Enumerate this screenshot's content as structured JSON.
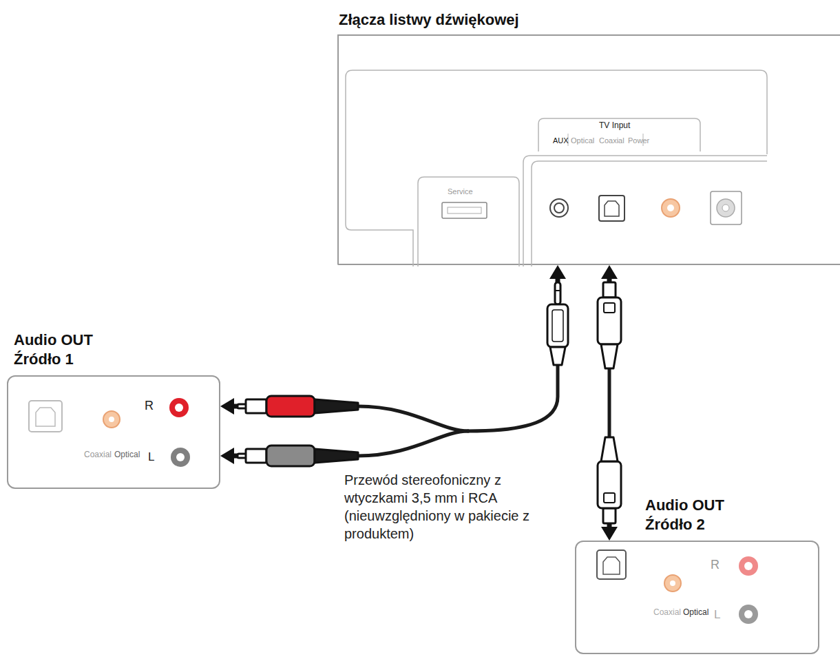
{
  "diagram": {
    "nodes": [
      {
        "text": [
          "Złącza listwy dźwiękowej"
        ]
      },
      {
        "text": [
          "Audio OUT Źródło 1"
        ]
      },
      {
        "text": [
          "Audio OUT Źródło 2"
        ]
      }
    ],
    "edges": [
      {
        "from": 1,
        "to": 0,
        "arrow": "both",
        "label": "Przewód stereofoniczny z wtyczkami 3,5 mm i RCA (nieuwzględniony w pakiecie z produktem)"
      },
      {
        "from": 0,
        "to": 2,
        "arrow": "both"
      }
    ],
    "labels": [
      "TV Input",
      "AUX",
      "Optical",
      "Coaxial",
      "Power",
      "Service",
      "R",
      "Coaxial",
      "Optical",
      "L",
      "R",
      "Coaxial",
      "Optical",
      "L"
    ]
  }
}
